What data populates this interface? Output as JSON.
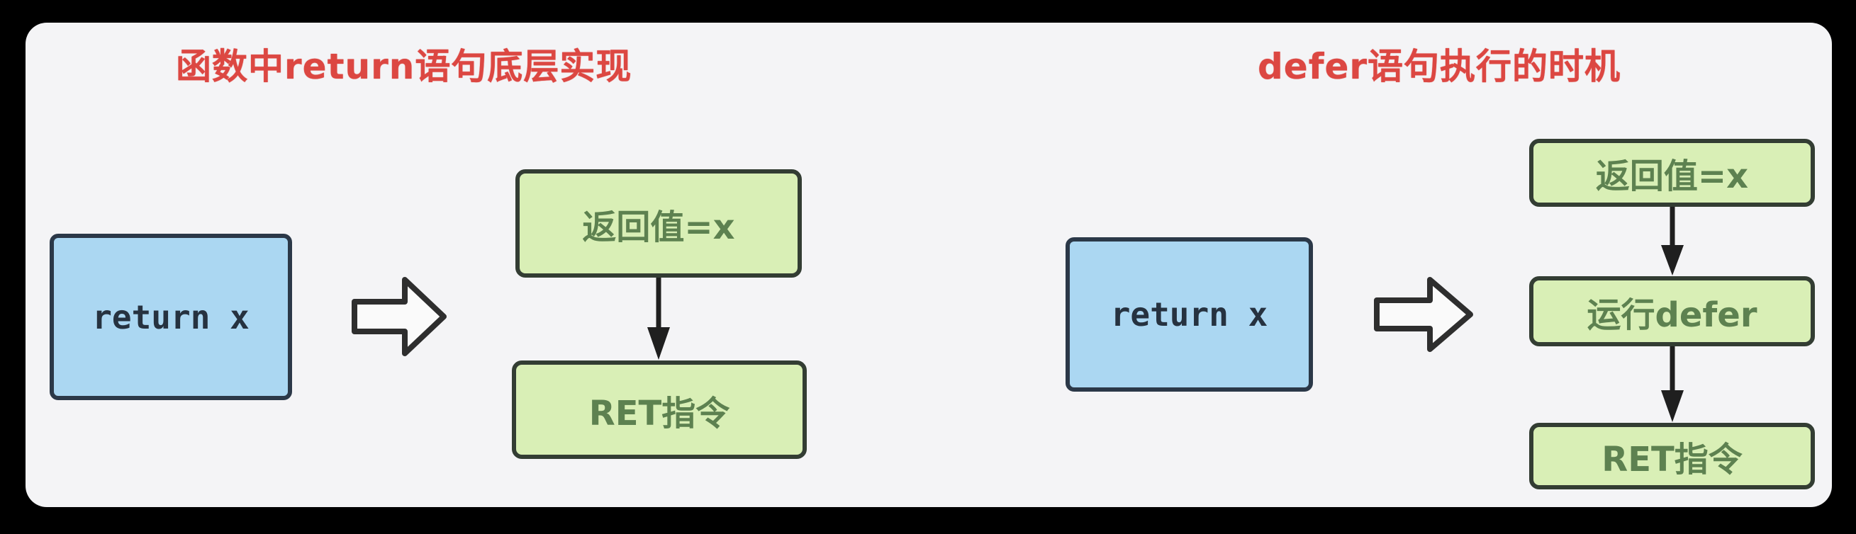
{
  "page": {
    "background_color": "#000000",
    "card_background_color": "#f4f4f6",
    "title_color": "#dc4742",
    "blue_box_fill": "#abd7f2",
    "blue_box_border": "#2b3848",
    "green_box_fill": "#d9efb6",
    "green_box_border": "#333d33",
    "green_text_color": "#5d8150",
    "arrow_color": "#1f1f1f"
  },
  "left_diagram": {
    "title": "函数中return语句底层实现",
    "source_box": {
      "label": "return x"
    },
    "steps": [
      {
        "label": "返回值=x"
      },
      {
        "label": "RET指令"
      }
    ]
  },
  "right_diagram": {
    "title": "defer语句执行的时机",
    "source_box": {
      "label": "return x"
    },
    "steps": [
      {
        "label": "返回值=x"
      },
      {
        "label": "运行defer"
      },
      {
        "label": "RET指令"
      }
    ]
  }
}
